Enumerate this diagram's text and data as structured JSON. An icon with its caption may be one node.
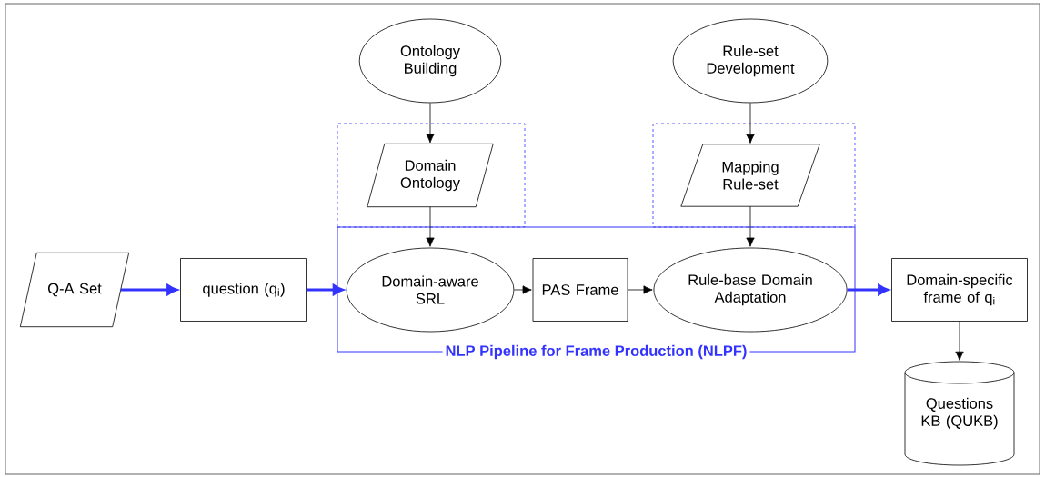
{
  "diagram": {
    "nodes": [
      {
        "text": [
          "Ontology Building"
        ]
      },
      {
        "text": [
          "Rule-set Development"
        ]
      },
      {
        "text": [],
        "shape": "box"
      },
      {
        "text": [
          "Domain Ontology"
        ],
        "in": 2
      },
      {
        "text": [],
        "shape": "box"
      },
      {
        "text": [
          "Mapping Rule-set"
        ],
        "in": 4
      },
      {
        "text": [
          "Q-A Set"
        ]
      },
      {
        "text": [
          "question (q$_{i}$)"
        ]
      },
      {
        "text": [
          "NLP Pipeline for Frame Production (NLPF)"
        ]
      },
      {
        "text": [
          "Domain-aware SRL"
        ],
        "in": 8
      },
      {
        "text": [
          "PAS Frame"
        ],
        "in": 8
      },
      {
        "text": [
          "Rule-base Domain Adaptation"
        ],
        "in": 8
      },
      {
        "text": [
          "Domain-specific frame of q$_{i}$"
        ]
      },
      {
        "text": [
          "Questions KB (QUKB)"
        ]
      }
    ],
    "edges": [
      {
        "from": 0,
        "to": 3,
        "arrow": "to"
      },
      {
        "from": 1,
        "to": 5,
        "arrow": "to"
      },
      {
        "from": 3,
        "to": 9,
        "arrow": "to"
      },
      {
        "from": 5,
        "to": 11,
        "arrow": "to"
      },
      {
        "from": 6,
        "to": 7,
        "arrow": "to",
        "style": "thick",
        "color": "#3333ff"
      },
      {
        "from": 7,
        "to": 9,
        "arrow": "to",
        "style": "thick",
        "color": "#3333ff"
      },
      {
        "from": 9,
        "to": 10,
        "arrow": "to"
      },
      {
        "from": 10,
        "to": 11,
        "arrow": "to"
      },
      {
        "from": 11,
        "to": 12,
        "arrow": "to",
        "style": "thick",
        "color": "#3333ff"
      },
      {
        "from": 12,
        "to": 13,
        "arrow": "to"
      }
    ]
  }
}
